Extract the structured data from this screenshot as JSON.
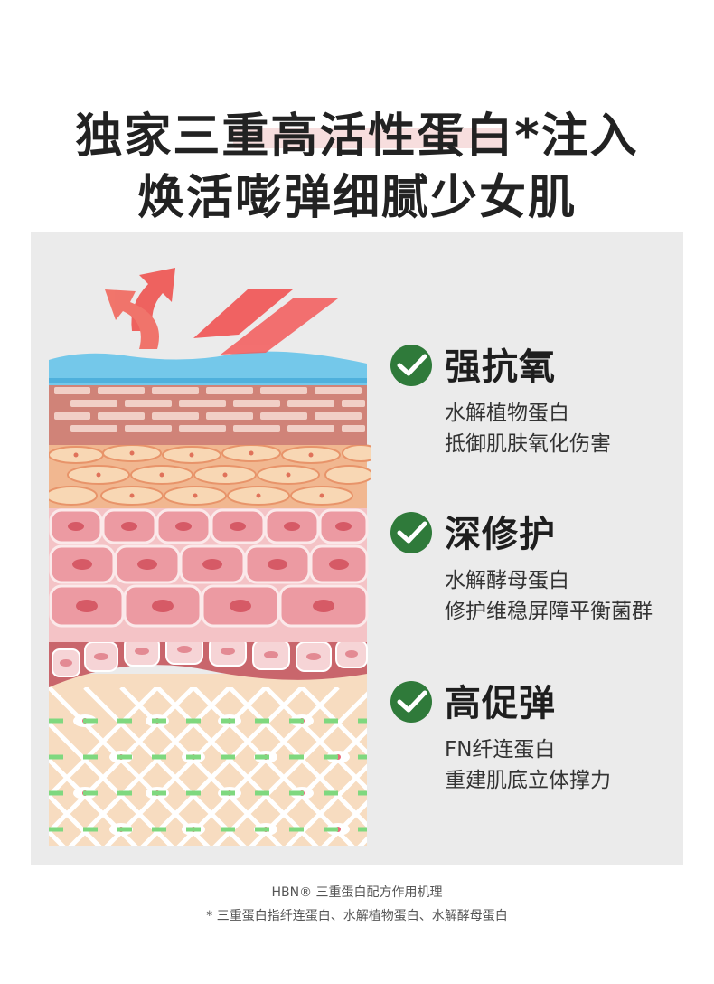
{
  "heading": {
    "line1": "独家三重高活性蛋白*注入",
    "line2": "焕活嘭弹细腻少女肌"
  },
  "features": [
    {
      "title": "强抗氧",
      "line1": "水解植物蛋白",
      "line2": "抵御肌肤氧化伤害",
      "icon": "check-circle-icon"
    },
    {
      "title": "深修护",
      "line1": "水解酵母蛋白",
      "line2": "修护维稳屏障平衡菌群",
      "icon": "check-circle-icon"
    },
    {
      "title": "高促弹",
      "line1": "FN纤连蛋白",
      "line2": "重建肌底立体撑力",
      "icon": "check-circle-icon"
    }
  ],
  "footer": {
    "line1": "HBN® 三重蛋白配方作用机理",
    "line2": "* 三重蛋白指纤连蛋白、水解植物蛋白、水解酵母蛋白"
  },
  "colors": {
    "check_green": "#2f7a3a",
    "arrow_red": "#f04a4a",
    "surface_blue": "#74c8ea",
    "panel_gray": "#ebebeb"
  }
}
